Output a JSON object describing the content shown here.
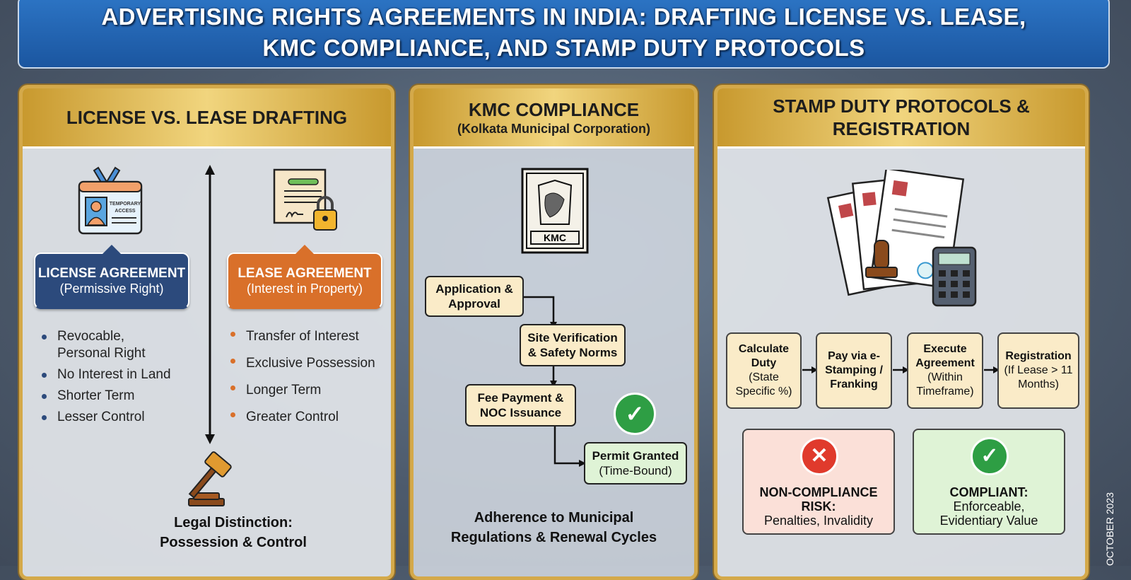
{
  "title": {
    "line1": "ADVERTISING RIGHTS AGREEMENTS IN INDIA: DRAFTING LICENSE VS. LEASE,",
    "line2": "KMC COMPLIANCE, AND STAMP DUTY PROTOCOLS"
  },
  "license_panel": {
    "header": "LICENSE VS. LEASE DRAFTING",
    "badge_text": [
      "TEMPORARY",
      "ACCESS"
    ],
    "license": {
      "title": "LICENSE AGREEMENT",
      "subtitle": "(Permissive Right)",
      "bullets": [
        "Revocable,",
        "Personal Right",
        "No Interest in Land",
        "Shorter Term",
        "Lesser Control"
      ],
      "color": "#2c4a7c"
    },
    "lease": {
      "title": "LEASE AGREEMENT",
      "subtitle": "(Interest in Property)",
      "bullets": [
        "Transfer of Interest",
        "Exclusive Possession",
        "Longer Term",
        "Greater Control"
      ],
      "color": "#d9702a"
    },
    "footer": {
      "line1": "Legal Distinction:",
      "line2": "Possession & Control"
    }
  },
  "kmc_panel": {
    "header": "KMC COMPLIANCE",
    "subheader": "(Kolkata Municipal Corporation)",
    "emblem_text": "KMC",
    "steps": [
      {
        "l1": "Application &",
        "l2": "Approval"
      },
      {
        "l1": "Site Verification",
        "l2": "& Safety Norms"
      },
      {
        "l1": "Fee Payment &",
        "l2": "NOC Issuance"
      }
    ],
    "permit": {
      "title": "Permit Granted",
      "subtitle": "(Time-Bound)"
    },
    "footer": {
      "line1": "Adherence to Municipal",
      "line2": "Regulations & Renewal Cycles"
    }
  },
  "stamp_panel": {
    "header_line1": "STAMP DUTY PROTOCOLS &",
    "header_line2": "REGISTRATION",
    "steps": [
      {
        "title": "Calculate Duty",
        "detail": "(State Specific %)"
      },
      {
        "title": "Pay via e-Stamping / Franking",
        "detail": ""
      },
      {
        "title": "Execute Agreement",
        "detail": "(Within Timeframe)"
      },
      {
        "title": "Registration",
        "detail": "(If Lease > 11 Months)"
      }
    ],
    "risk": {
      "title": "NON-COMPLIANCE RISK:",
      "detail": "Penalties, Invalidity",
      "color": "#e03a2c"
    },
    "ok": {
      "title": "COMPLIANT:",
      "detail": "Enforceable, Evidentiary Value",
      "color": "#2e9e44"
    }
  },
  "date_stamp": "OCTOBER 2023"
}
